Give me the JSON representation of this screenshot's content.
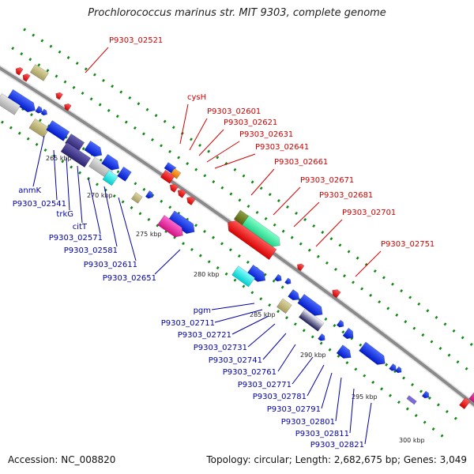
{
  "title": "Prochlorococcus marinus str. MIT 9303, complete genome",
  "footer": {
    "accession": "Accession: NC_008820",
    "summary": "Topology: circular; Length: 2,682,675 bp; Genes: 3,049"
  },
  "colors": {
    "backbone": "#8a8a8a",
    "forward_dots": "#118811",
    "red_label": "#d40000",
    "blue_label": "#0000a8"
  },
  "ticks": [
    "265 kbp",
    "270 kbp",
    "275 kbp",
    "280 kbp",
    "285 kbp",
    "290 kbp",
    "295 kbp",
    "300 kbp"
  ],
  "red_labels": [
    "P9303_02521",
    "cysH",
    "P9303_02601",
    "P9303_02621",
    "P9303_02631",
    "P9303_02641",
    "P9303_02661",
    "P9303_02671",
    "P9303_02681",
    "P9303_02701",
    "P9303_02751"
  ],
  "blue_labels": [
    "anmK",
    "P9303_02541",
    "trkG",
    "citT",
    "P9303_02571",
    "P9303_02581",
    "P9303_02611",
    "P9303_02651",
    "pgm",
    "P9303_02711",
    "P9303_02721",
    "P9303_02731",
    "P9303_02741",
    "P9303_02761",
    "P9303_02771",
    "P9303_02781",
    "P9303_02791",
    "P9303_02801",
    "P9303_02811",
    "P9303_02821"
  ]
}
